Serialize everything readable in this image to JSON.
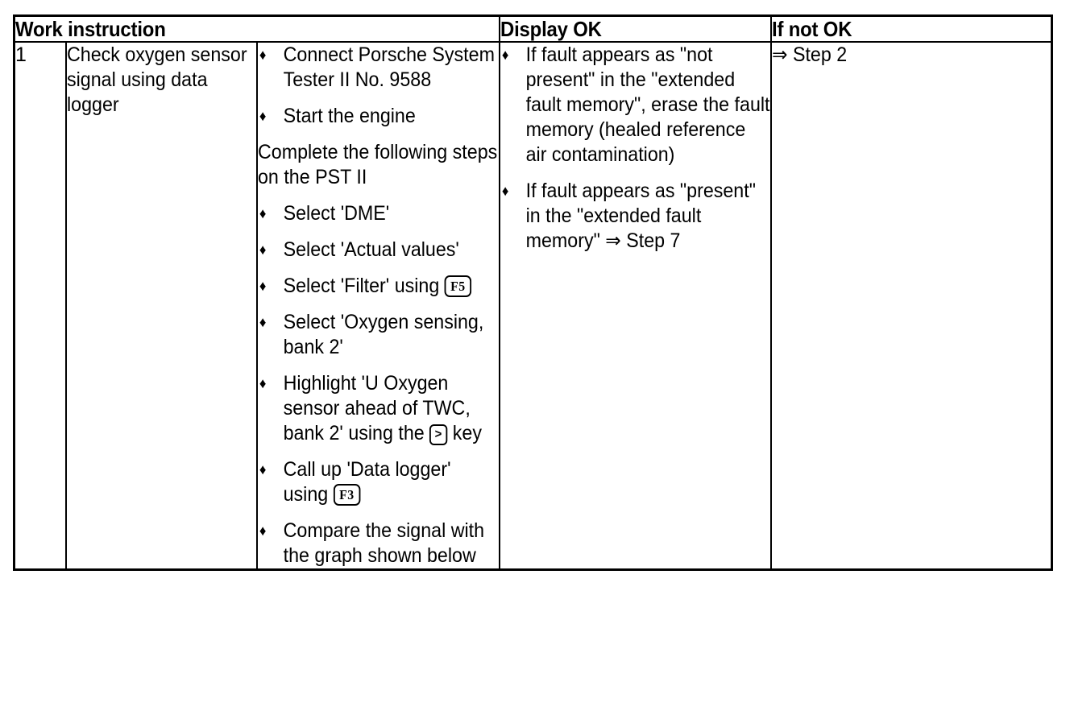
{
  "document": {
    "type": "workshop-procedure-table",
    "ink_color": "#000000",
    "background_color": "#ffffff"
  },
  "table": {
    "headers": {
      "work_instruction": "Work instruction",
      "display_ok": "Display OK",
      "if_not_ok": "If not OK"
    },
    "rows": [
      {
        "number": "1",
        "instruction": "Check oxygen sensor signal using data logger",
        "steps": {
          "bullets_top": [
            "Connect Porsche System Tester II No. 9588",
            "Start the engine"
          ],
          "plain_text": "Complete the following steps on the PST II",
          "bullets_bottom": [
            {
              "prefix": "Select 'DME'",
              "key": "",
              "suffix": ""
            },
            {
              "prefix": "Select 'Actual values'",
              "key": "",
              "suffix": ""
            },
            {
              "prefix": "Select 'Filter' using ",
              "key": "F5",
              "key_style": "wide",
              "suffix": ""
            },
            {
              "prefix": "Select 'Oxygen sensing, bank 2'",
              "key": "",
              "suffix": ""
            },
            {
              "prefix": "Highlight 'U Oxygen sensor ahead of TWC, bank 2' using the ",
              "key": ">",
              "key_style": "small",
              "suffix": " key"
            },
            {
              "prefix": "Call up 'Data logger' using ",
              "key": "F3",
              "key_style": "wide",
              "suffix": ""
            },
            {
              "prefix": "Compare the signal with the graph shown below",
              "key": "",
              "suffix": ""
            }
          ]
        },
        "display_ok": [
          "If fault appears as \"not present\" in the \"extended fault memory\", erase the fault memory (healed reference air contamination)",
          "If fault appears as \"present\" in the \"extended fault memory\" ⇒ Step 7"
        ],
        "if_not_ok": "⇒ Step 2"
      }
    ]
  },
  "glyphs": {
    "bullet": "♦",
    "double_arrow": "⇒"
  }
}
